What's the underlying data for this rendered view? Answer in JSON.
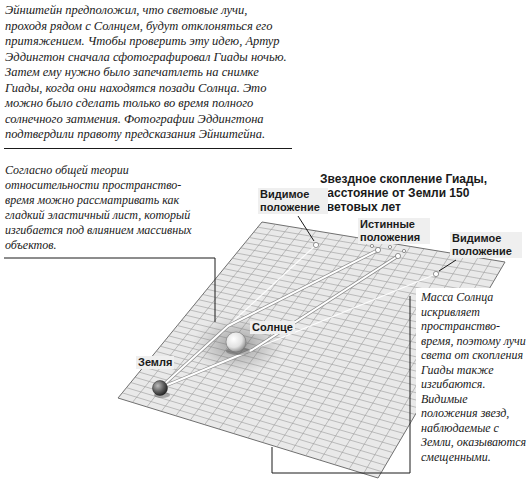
{
  "diagram": {
    "labels": [
      "Эйнштейн предположил, что световые лучи, проходя рядом с Солнцем, будут отклоняться его притяжением. Чтобы проверить эту идею, Артур Эддингтон сначала сфотографировал Гиады ночью. Затем ему нужно было запечатлеть на снимке Гиады, когда они находятся позади Солнца. Это можно было сделать только во время полного солнечного затмения. Фотографии Эддингтона подтвердили правоту предсказания Эйнштейна.",
      "Согласно общей теории относительности пространство-время можно рассматривать как гладкий эластичный лист, который изгибается под влиянием массивных объектов.",
      "Звездное скопление Гиады, расстояние от Земли 150 световых лет",
      "Видимое положение",
      "Истинные положения",
      "Видимое положение",
      "Солнце",
      "Земля",
      "Масса Солнца искривляет пространство-время, поэтому лучи света от скопления Гиады также изгибаются. Видимые положения звезд, наблюдаемые с Земли, оказываются смещенными."
    ]
  }
}
